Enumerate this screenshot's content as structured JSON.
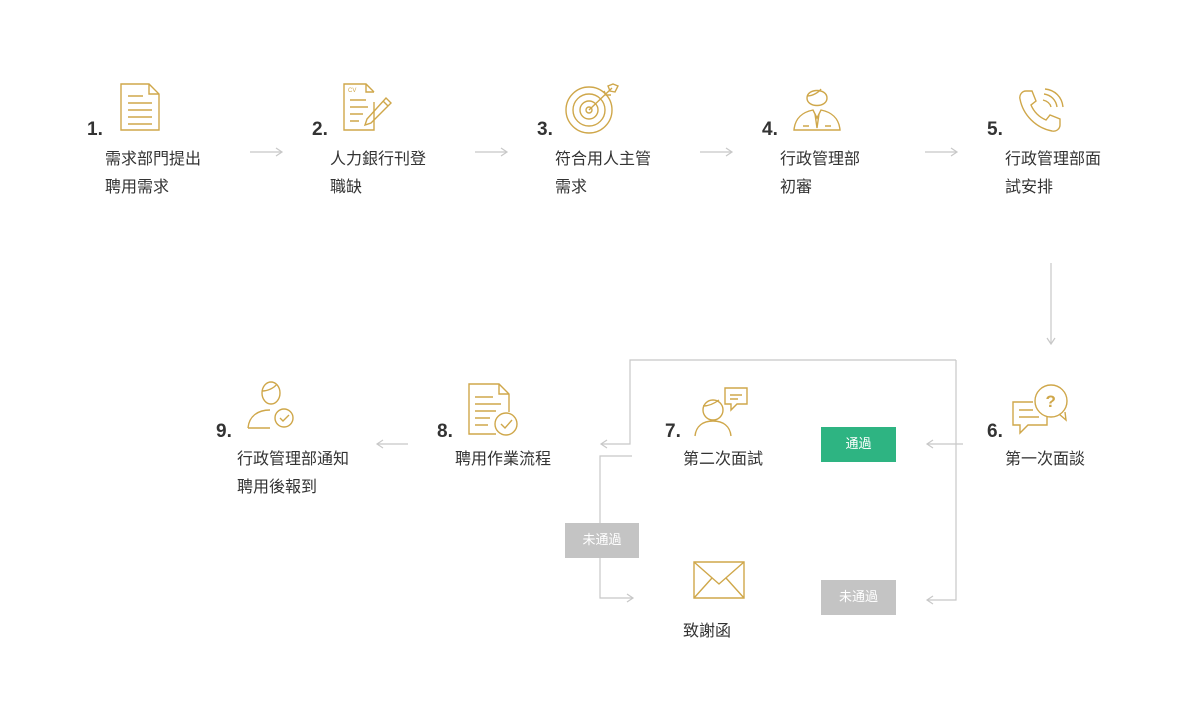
{
  "colors": {
    "icon": "#cfa74a",
    "connector": "#c8c8c8",
    "pass": "#2eb482",
    "fail": "#c4c4c4",
    "text": "#333333"
  },
  "steps": [
    {
      "num": "1.",
      "line1": "需求部門提出",
      "line2": "聘用需求",
      "icon": "document-icon"
    },
    {
      "num": "2.",
      "line1": "人力銀行刊登",
      "line2": "職缺",
      "icon": "cv-edit-icon",
      "icon_text": "CV"
    },
    {
      "num": "3.",
      "line1": "符合用人主管",
      "line2": "需求",
      "icon": "target-icon"
    },
    {
      "num": "4.",
      "line1": "行政管理部",
      "line2": "初審",
      "icon": "reviewer-icon"
    },
    {
      "num": "5.",
      "line1": "行政管理部面",
      "line2": "試安排",
      "icon": "phone-icon"
    },
    {
      "num": "6.",
      "line1": "第一次面談",
      "line2": "",
      "icon": "chat-question-icon",
      "icon_text": "?"
    },
    {
      "num": "7.",
      "line1": "第二次面試",
      "line2": "",
      "icon": "interviewer-icon"
    },
    {
      "num": "8.",
      "line1": "聘用作業流程",
      "line2": "",
      "icon": "approved-document-icon"
    },
    {
      "num": "9.",
      "line1": "行政管理部通知",
      "line2": "聘用後報到",
      "icon": "approved-person-icon"
    }
  ],
  "rejection": {
    "label": "致謝函",
    "icon": "envelope-icon"
  },
  "badges": {
    "pass": "通過",
    "fail_first": "未通過",
    "fail_second": "未通過"
  }
}
